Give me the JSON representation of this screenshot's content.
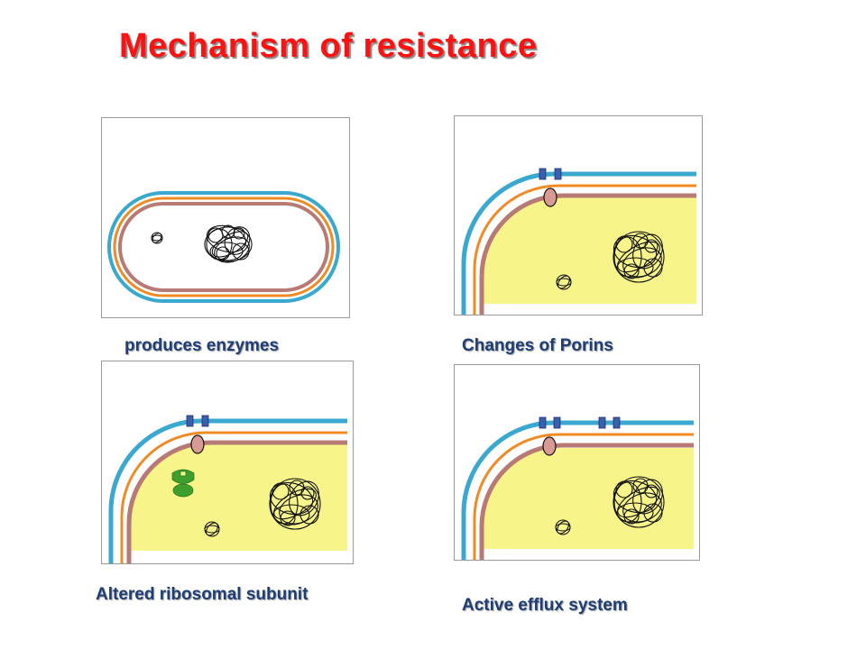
{
  "title": "Mechanism of resistance",
  "colors": {
    "title": "#ff1111",
    "caption": "#1f3e76",
    "outer_membrane": "#3ba8d0",
    "middle_layer": "#f08a24",
    "inner_membrane": "#b87a74",
    "cytoplasm": "#f7f48a",
    "channel": "#3a5fae",
    "porin": "#d99a94",
    "altered_ribosome": "#3f9f2c",
    "dna": "#111111"
  },
  "panels": [
    {
      "id": "enzymes",
      "caption": "produces enzymes"
    },
    {
      "id": "porins",
      "caption": "Changes of Porins"
    },
    {
      "id": "ribosome",
      "caption": "Altered ribosomal subunit"
    },
    {
      "id": "efflux",
      "caption": "Active efflux system"
    }
  ]
}
